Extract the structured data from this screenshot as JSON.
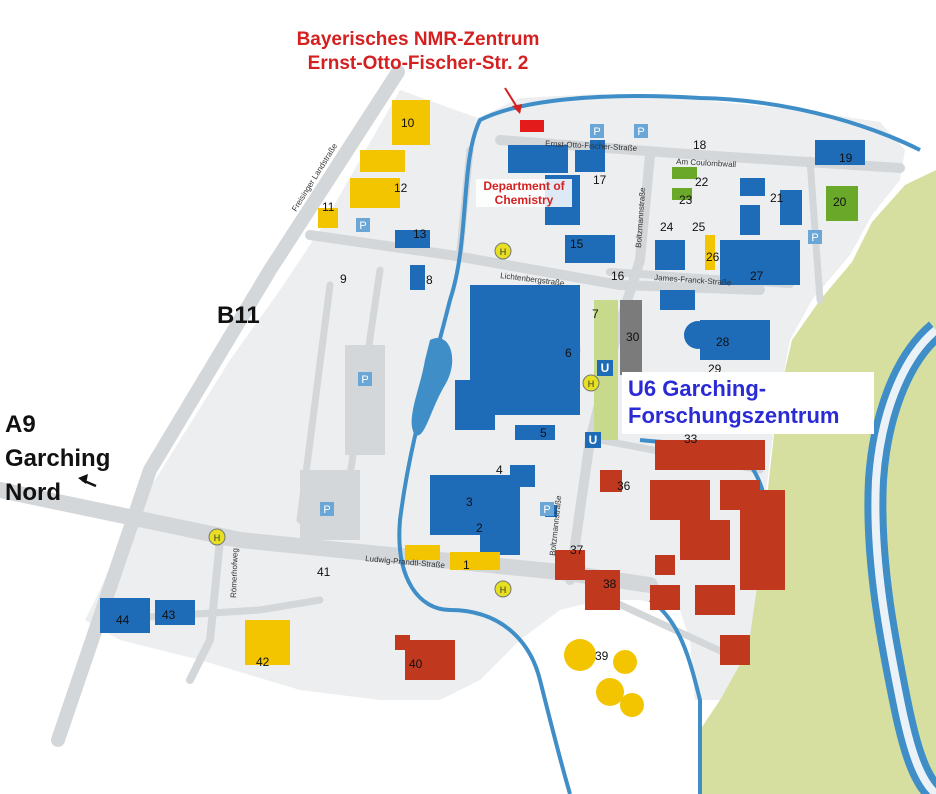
{
  "highlight": {
    "nmr_title": "Bayerisches NMR-Zentrum",
    "nmr_address": "Ernst-Otto-Fischer-Str. 2",
    "chemistry_line1": "Department of",
    "chemistry_line2": "Chemistry"
  },
  "transit": {
    "u6_line1": "U6 Garching-",
    "u6_line2": "Forschungszentrum",
    "ubahn_symbol": "U",
    "bus_symbol": "H"
  },
  "roads": {
    "b11": "B11",
    "a9_line1": "A9",
    "a9_line2": "Garching",
    "a9_line3": "Nord"
  },
  "streets": {
    "ernst_otto": "Ernst-Otto-Fischer-Straße",
    "coulombwall": "Am Coulombwall",
    "boltzmann": "Boltzmannstraße",
    "freisinger": "Freisinger Landstraße",
    "lichtenberg": "Lichtenbergstraße",
    "james_franck": "James-Franck-Straße",
    "ludwig_prandtl": "Ludwig-Prandtl-Straße",
    "roemerhof": "Römerhofweg"
  },
  "parking_symbol": "P",
  "building_numbers": {
    "b1": "1",
    "b2": "2",
    "b3": "3",
    "b4": "4",
    "b5": "5",
    "b6": "6",
    "b7": "7",
    "b8": "8",
    "b9": "9",
    "b10": "10",
    "b11": "11",
    "b12": "12",
    "b13": "13",
    "b15": "15",
    "b16": "16",
    "b17": "17",
    "b18": "18",
    "b19": "19",
    "b20": "20",
    "b21": "21",
    "b22": "22",
    "b23": "23",
    "b24": "24",
    "b25": "25",
    "b26": "26",
    "b27": "27",
    "b28": "28",
    "b29": "29",
    "b30": "30",
    "b33": "33",
    "b36": "36",
    "b37": "37",
    "b38": "38",
    "b39": "39",
    "b40": "40",
    "b41": "41",
    "b42": "42",
    "b43": "43",
    "b44": "44"
  },
  "colors": {
    "road": "#d4d7da",
    "canal": "#3f8ec8",
    "meadow": "#d6dfa0",
    "building_blue": "#1e6bb8",
    "building_yellow": "#f2c500",
    "building_red": "#c0391f",
    "building_green": "#6aa82a",
    "building_gray": "#7b7b7b",
    "nmr_highlight": "#e31b1b",
    "label_red": "#d42020",
    "label_blue": "#2b2bd6"
  }
}
